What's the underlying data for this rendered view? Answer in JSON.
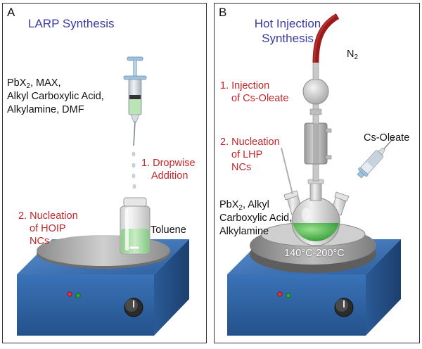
{
  "panel_a": {
    "label": "A",
    "title": "LARP Synthesis",
    "precursors": {
      "pbx": "PbX",
      "pbx_sub": "2",
      "line1_rest": ", MAX,",
      "line2": "Alkyl Carboxylic Acid,",
      "line3": "Alkylamine, DMF"
    },
    "step1": {
      "num": "1. Dropwise",
      "rest": "Addition"
    },
    "step2": {
      "line1": "2. Nucleation",
      "line2": "of HOIP",
      "line3": "NCs"
    },
    "solvent": "Toluene"
  },
  "panel_b": {
    "label": "B",
    "title_line1": "Hot Injection",
    "title_line2": "Synthesis",
    "gas": "N",
    "gas_sub": "2",
    "step1": {
      "line1": "1. Injection",
      "line2": "of Cs-Oleate"
    },
    "step2": {
      "line1": "2. Nucleation",
      "line2": "of LHP",
      "line3": "NCs"
    },
    "reagent": "Cs-Oleate",
    "precursors": {
      "pbx": "PbX",
      "pbx_sub": "2",
      "line1_rest": ", Alkyl",
      "line2": "Carboxylic Acid,",
      "line3": "Alkylamine"
    },
    "temperature": "140°C-200°C"
  },
  "colors": {
    "title_blue": "#3a3aa0",
    "step_red": "#c2262b",
    "hotplate_blue": "#2f63a3",
    "solution_green": "#4fbf4a",
    "tube_red": "#9b1b1b"
  }
}
